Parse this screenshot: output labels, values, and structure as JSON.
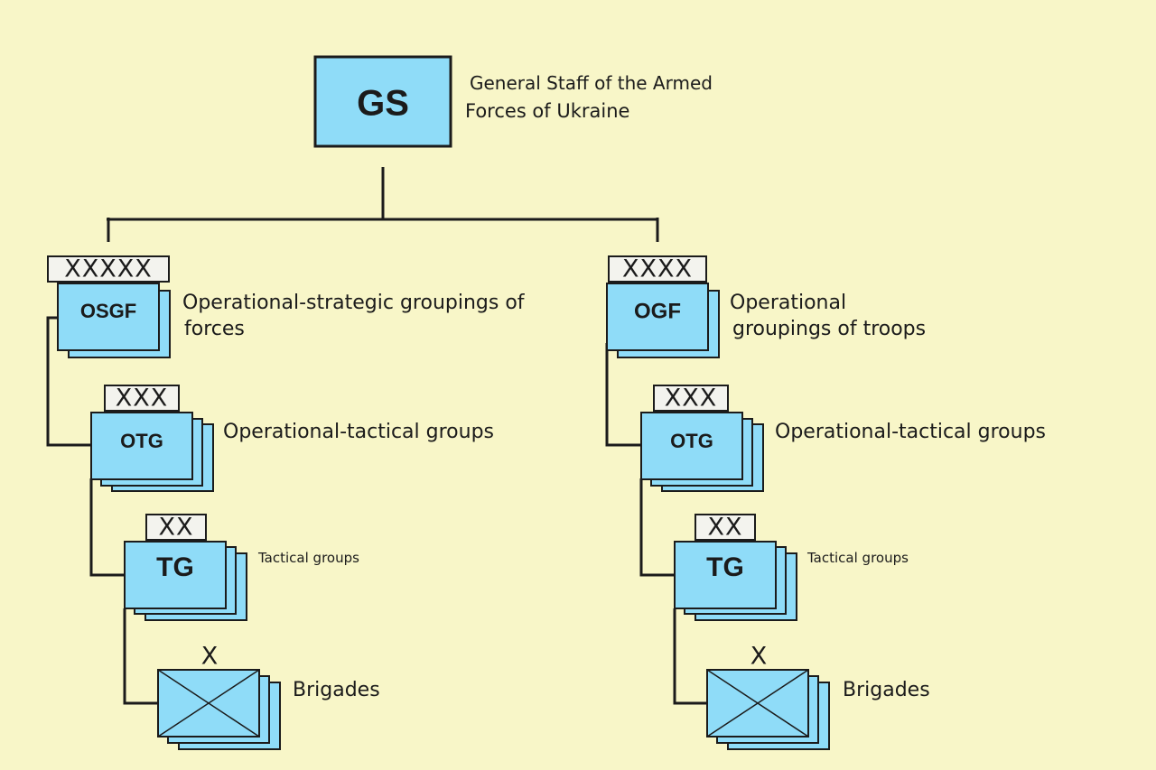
{
  "root": {
    "abbr": "GS",
    "label_line1": "General Staff of the Armed",
    "label_line2": "Forces of Ukraine"
  },
  "branches": [
    {
      "top": {
        "marker": "XXXXX",
        "abbr": "OSGF",
        "label_line1": "Operational-strategic groupings of",
        "label_line2": "forces"
      },
      "otg": {
        "marker": "XXX",
        "abbr": "OTG",
        "label": "Operational-tactical groups"
      },
      "tg": {
        "marker": "XX",
        "abbr": "TG",
        "label": "Tactical groups"
      },
      "brigade": {
        "marker": "X",
        "label": "Brigades"
      }
    },
    {
      "top": {
        "marker": "XXXX",
        "abbr": "OGF",
        "label_line1": "Operational",
        "label_line2": "groupings of troops"
      },
      "otg": {
        "marker": "XXX",
        "abbr": "OTG",
        "label": "Operational-tactical groups"
      },
      "tg": {
        "marker": "XX",
        "abbr": "TG",
        "label": "Tactical groups"
      },
      "brigade": {
        "marker": "X",
        "label": "Brigades"
      }
    }
  ],
  "colors": {
    "background": "#f8f6c8",
    "unit_fill": "#8fdcf8",
    "marker_fill": "#f3f3ee",
    "line": "#1b1b1b"
  }
}
